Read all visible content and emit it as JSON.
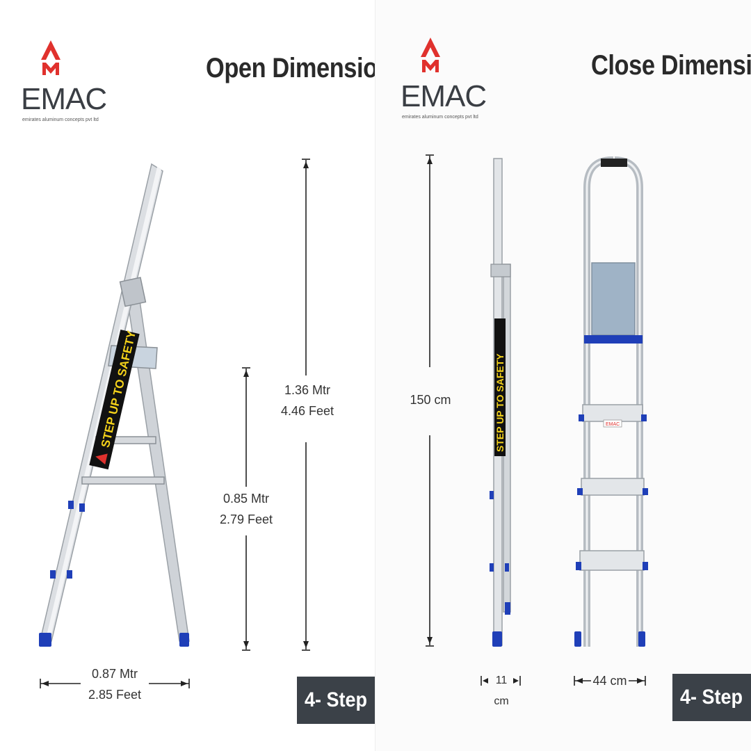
{
  "left": {
    "logo": {
      "brand": "EMAC",
      "tagline": "emirates aluminum concepts pvt ltd"
    },
    "title": "Open Dimension",
    "height_total": {
      "line1": "1.36 Mtr",
      "line2": "4.46 Feet"
    },
    "height_step": {
      "line1": "0.85 Mtr",
      "line2": "2.79 Feet"
    },
    "width": {
      "line1": "0.87 Mtr",
      "line2": "2.85 Feet"
    },
    "badge": "4- Step",
    "sticker": "STEP UP TO SAFETY"
  },
  "right": {
    "logo": {
      "brand": "EMAC",
      "tagline": "emirates aluminum concepts pvt ltd"
    },
    "title": "Close Dimension",
    "height": "150 cm",
    "depth": "11 cm",
    "width": "44 cm",
    "badge": "4- Step",
    "sticker": "STEP UP TO SAFETY",
    "step_logo": "EMAC"
  },
  "colors": {
    "accent_red": "#e0312d",
    "foot_blue": "#1f3fb8",
    "badge_bg": "#3b4148",
    "sticker_yellow": "#f4d21a"
  }
}
